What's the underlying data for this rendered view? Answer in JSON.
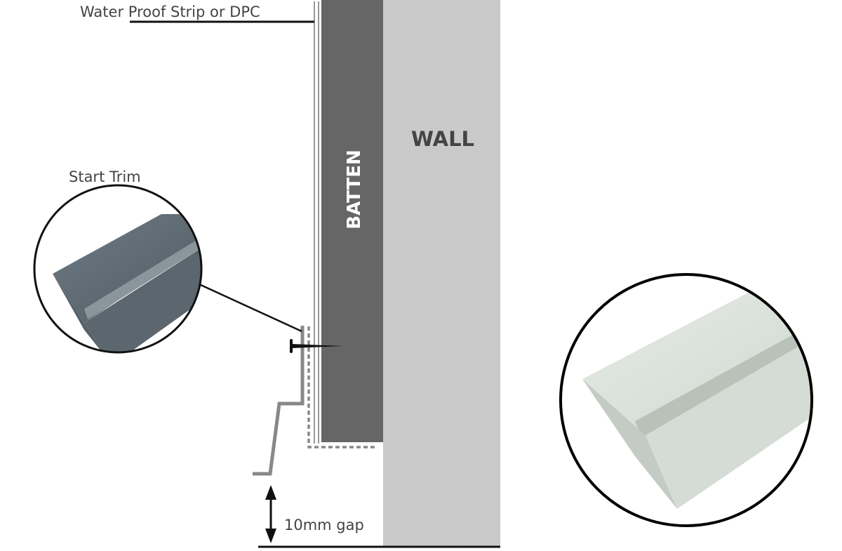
{
  "labels": {
    "dpc": "Water Proof Strip or DPC",
    "start_trim": "Start Trim",
    "batten": "BATTEN",
    "wall": "WALL",
    "gap": "10mm gap"
  },
  "colors": {
    "batten": "#666666",
    "wall": "#c9c9c9",
    "trim_line": "#888888",
    "trim_dark": "#5f6b74",
    "trim_light": "#dfe4df"
  }
}
